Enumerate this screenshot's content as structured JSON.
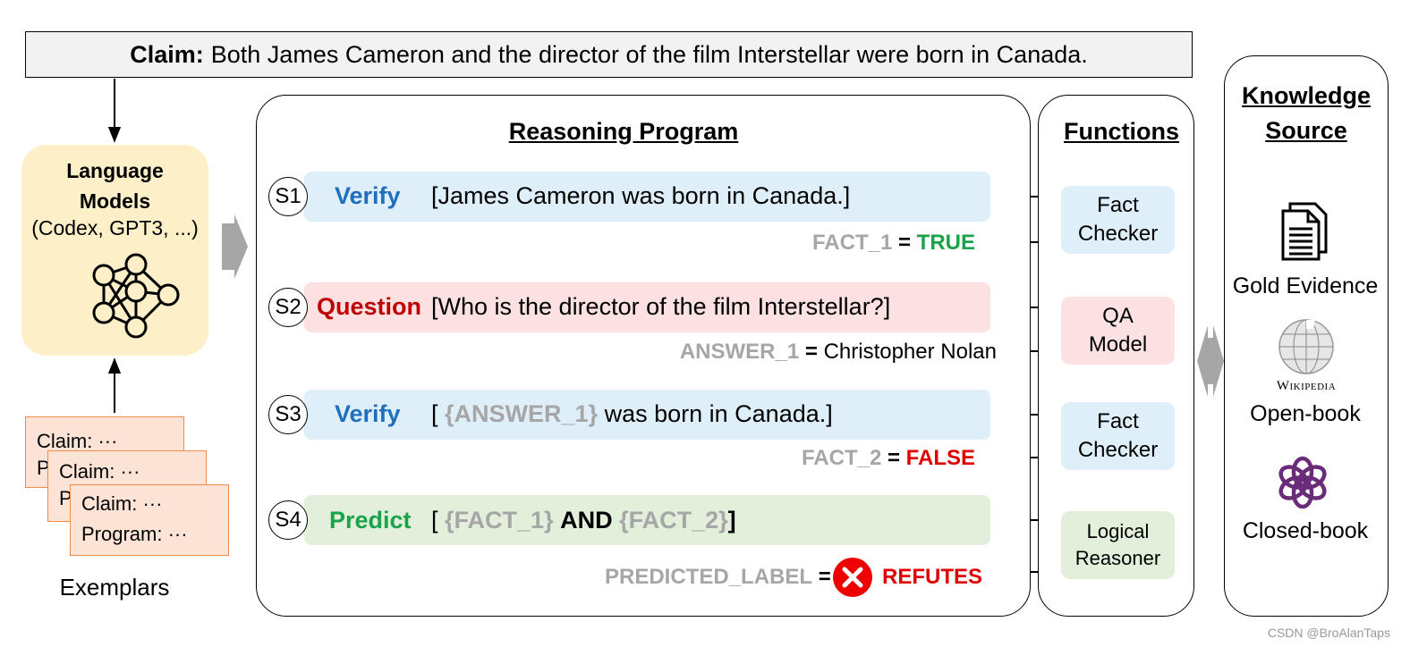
{
  "claim": {
    "label": "Claim:",
    "text": "Both James Cameron and the director of the film Interstellar were born in Canada."
  },
  "language_models": {
    "title_line1": "Language",
    "title_line2": "Models",
    "subtitle": "(Codex, GPT3, ...)"
  },
  "exemplars": {
    "cards": [
      {
        "line1": "Claim: ···",
        "line2": "P"
      },
      {
        "line1": "Claim: ···",
        "line2": "P"
      },
      {
        "line1": "Claim: ···",
        "line2": "Program: ···"
      }
    ],
    "label": "Exemplars"
  },
  "reasoning_program": {
    "title": "Reasoning Program",
    "steps": [
      {
        "id": "S1",
        "op": "Verify",
        "arg": "[James Cameron was born in Canada.]"
      },
      {
        "id": "S2",
        "op": "Question",
        "arg": "[Who is the director of the film Interstellar?]"
      },
      {
        "id": "S3",
        "op": "Verify",
        "arg_open": "[",
        "arg_var": "{ANSWER_1}",
        "arg_rest": "was born in Canada.]"
      },
      {
        "id": "S4",
        "op": "Predict",
        "arg_open": "[",
        "arg_var1": "{FACT_1}",
        "arg_and": "AND",
        "arg_var2": "{FACT_2}",
        "arg_close": "]"
      }
    ],
    "results": [
      {
        "var": "FACT_1",
        "eq": "=",
        "value": "TRUE"
      },
      {
        "var": "ANSWER_1",
        "eq": "=",
        "value": "Christopher Nolan"
      },
      {
        "var": "FACT_2",
        "eq": "=",
        "value": "FALSE"
      },
      {
        "var": "PREDICTED_LABEL",
        "eq": "=",
        "value": "REFUTES"
      }
    ]
  },
  "functions": {
    "title": "Functions",
    "items": [
      {
        "line1": "Fact",
        "line2": "Checker"
      },
      {
        "line1": "QA",
        "line2": "Model"
      },
      {
        "line1": "Fact",
        "line2": "Checker"
      },
      {
        "line1": "Logical",
        "line2": "Reasoner"
      }
    ]
  },
  "knowledge_source": {
    "title_line1": "Knowledge",
    "title_line2": "Source",
    "gold": "Gold Evidence",
    "wiki_logo": "Wikipedia",
    "open_book": "Open-book",
    "closed_book": "Closed-book"
  },
  "watermark": "CSDN @BroAlanTaps",
  "colors": {
    "verify": "#1f6fbf",
    "question": "#c00000",
    "predict": "#1aa34a",
    "true": "#1aa34a",
    "false": "#e00000",
    "refutes": "#e00000",
    "var_gray": "#a6a6a6",
    "bar_blue": "#deeff9",
    "bar_red": "#fbe1e1",
    "bar_green": "#e2efda"
  }
}
